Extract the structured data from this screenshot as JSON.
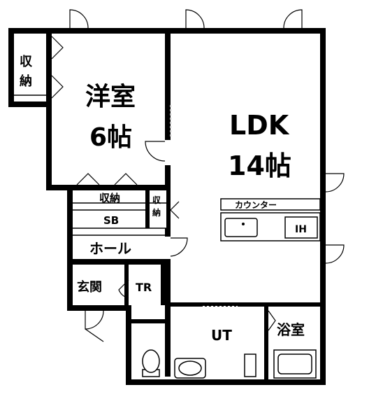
{
  "rooms": {
    "western_room": "洋室",
    "western_room_size": "6帖",
    "ldk": "LDK",
    "ldk_size": "14帖",
    "storage_left": "収\n納",
    "storage_mid": "収納",
    "storage_small": "収納",
    "sb": "SB",
    "hall": "ホール",
    "entrance": "玄関",
    "toilet": "TR",
    "utility": "UT",
    "bathroom": "浴室"
  },
  "fixtures": {
    "counter": "カウンター",
    "ih": "IH"
  },
  "icons": [
    "door-swing-icon",
    "sliding-door-icon",
    "toilet-icon",
    "washbasin-icon",
    "bathtub-icon",
    "sink-icon",
    "stove-icon"
  ]
}
